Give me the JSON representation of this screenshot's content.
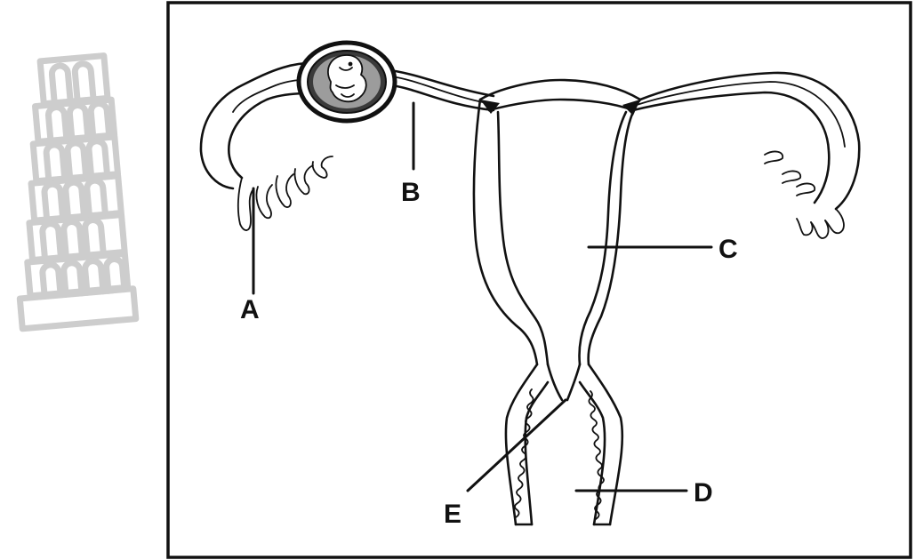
{
  "diagram": {
    "labels": {
      "a": "A",
      "b": "B",
      "c": "C",
      "d": "D",
      "e": "E"
    },
    "watermark_icon": "leaning-tower-icon",
    "colors": {
      "ink": "#111111",
      "watermark": "#cdcdcd",
      "background": "#ffffff"
    }
  }
}
